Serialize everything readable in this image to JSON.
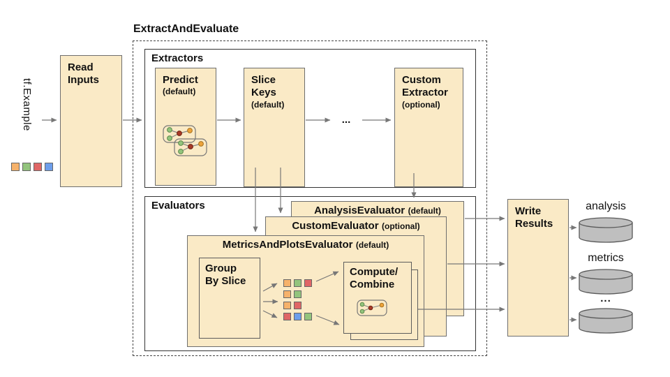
{
  "title": "ExtractAndEvaluate",
  "input": {
    "label": "tf.Example",
    "example_squares": [
      [
        "orange",
        "green",
        "red",
        "blue"
      ]
    ]
  },
  "read_inputs": {
    "label": "Read\nInputs"
  },
  "extractors": {
    "label": "Extractors",
    "predict": {
      "title": "Predict",
      "subtitle": "(default)"
    },
    "slice_keys": {
      "title": "Slice\nKeys",
      "subtitle": "(default)"
    },
    "ellipsis": "...",
    "custom_extractor": {
      "title": "Custom\nExtractor",
      "subtitle": "(optional)"
    }
  },
  "evaluators": {
    "label": "Evaluators",
    "analysis_evaluator": {
      "title": "AnalysisEvaluator",
      "subtitle": "(default)"
    },
    "custom_evaluator": {
      "title": "CustomEvaluator",
      "subtitle": "(optional)"
    },
    "metrics_and_plots_evaluator": {
      "title": "MetricsAndPlotsEvaluator",
      "subtitle": "(default)"
    },
    "group_by_slice": {
      "label": "Group\nBy Slice"
    },
    "slice_rows": [
      [
        "orange",
        "green",
        "red"
      ],
      [
        "orange",
        "green"
      ],
      [
        "orange",
        "red"
      ],
      [
        "red",
        "blue",
        "green"
      ]
    ],
    "compute_combine": {
      "label": "Compute/\nCombine"
    }
  },
  "write_results": {
    "label": "Write\nResults"
  },
  "outputs": [
    {
      "label": "analysis"
    },
    {
      "label": "metrics"
    },
    {
      "label": "..."
    }
  ],
  "colors": {
    "box_fill": "#faeac6",
    "orange": "#f6b26b",
    "green": "#93c47d",
    "red": "#e06666",
    "blue": "#6d9eeb",
    "square_border": "#666666",
    "cylinder_fill": "#bfbfbf",
    "cylinder_stroke": "#595959"
  }
}
